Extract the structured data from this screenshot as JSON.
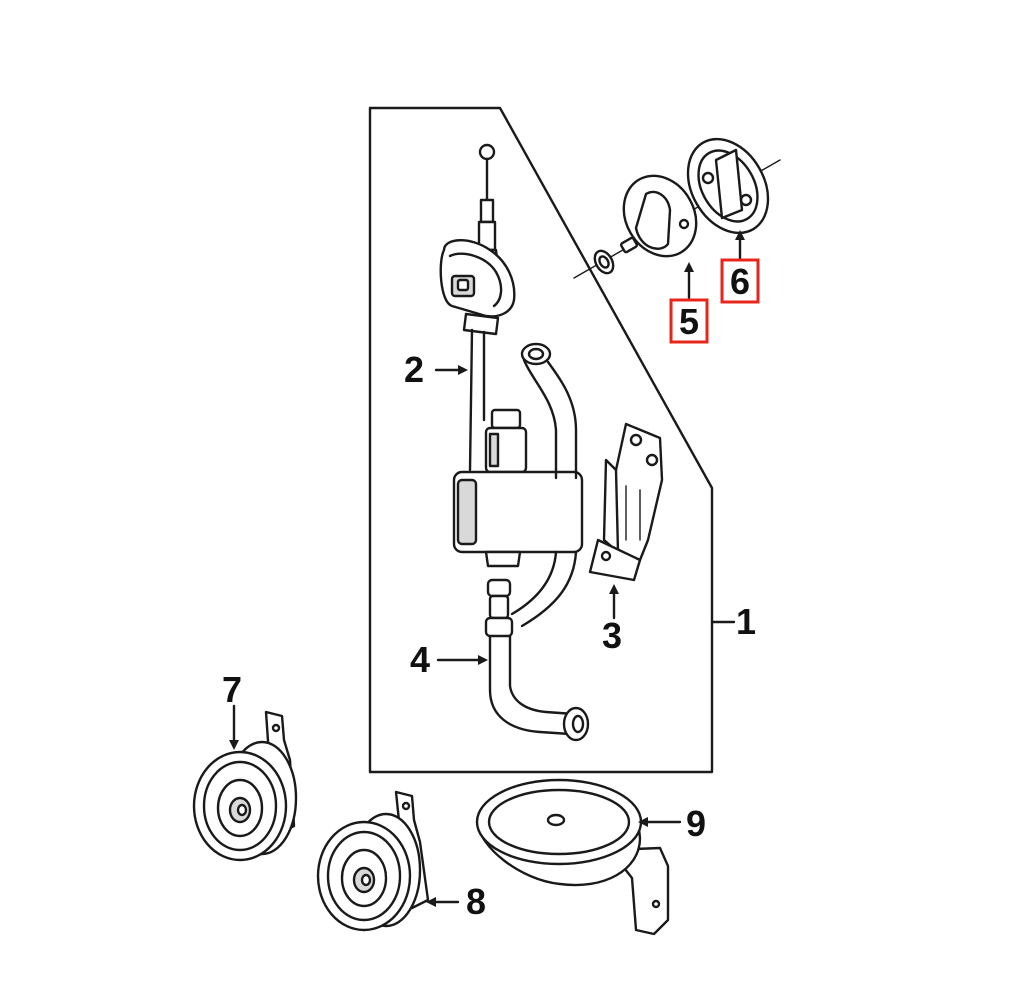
{
  "colors": {
    "line": "#1a1a1a",
    "highlight": "#e8251b",
    "background": "#ffffff"
  },
  "callouts": {
    "c1": "1",
    "c2": "2",
    "c3": "3",
    "c4": "4",
    "c5": "5",
    "c6": "6",
    "c7": "7",
    "c8": "8",
    "c9": "9"
  },
  "highlighted": [
    "5",
    "6"
  ]
}
